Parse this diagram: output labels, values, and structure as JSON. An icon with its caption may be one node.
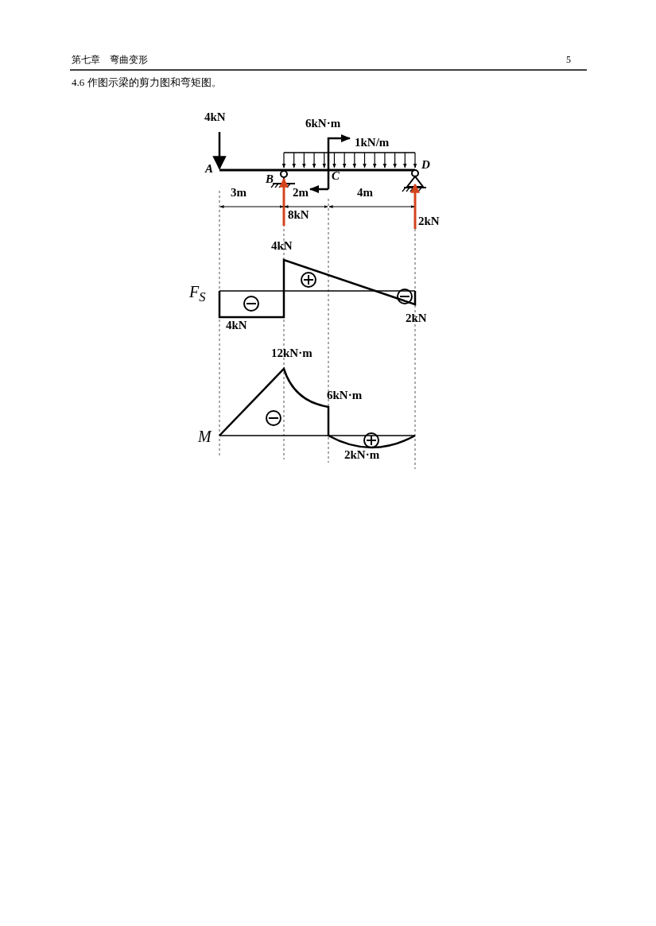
{
  "diagram": {
    "title": "4.6 作图示梁的剪力图和弯矩图。",
    "labels": [
      "第七章　弯曲变形",
      "5",
      "4kN",
      "6kN·m",
      "1kN/m",
      "A",
      "B",
      "C",
      "D",
      "3m",
      "2m",
      "4m",
      "8kN",
      "2kN",
      "4kN",
      "F$_{S}$",
      "4kN",
      "2kN",
      "12kN·m",
      "6kN·m",
      "M",
      "2kN·m"
    ]
  }
}
